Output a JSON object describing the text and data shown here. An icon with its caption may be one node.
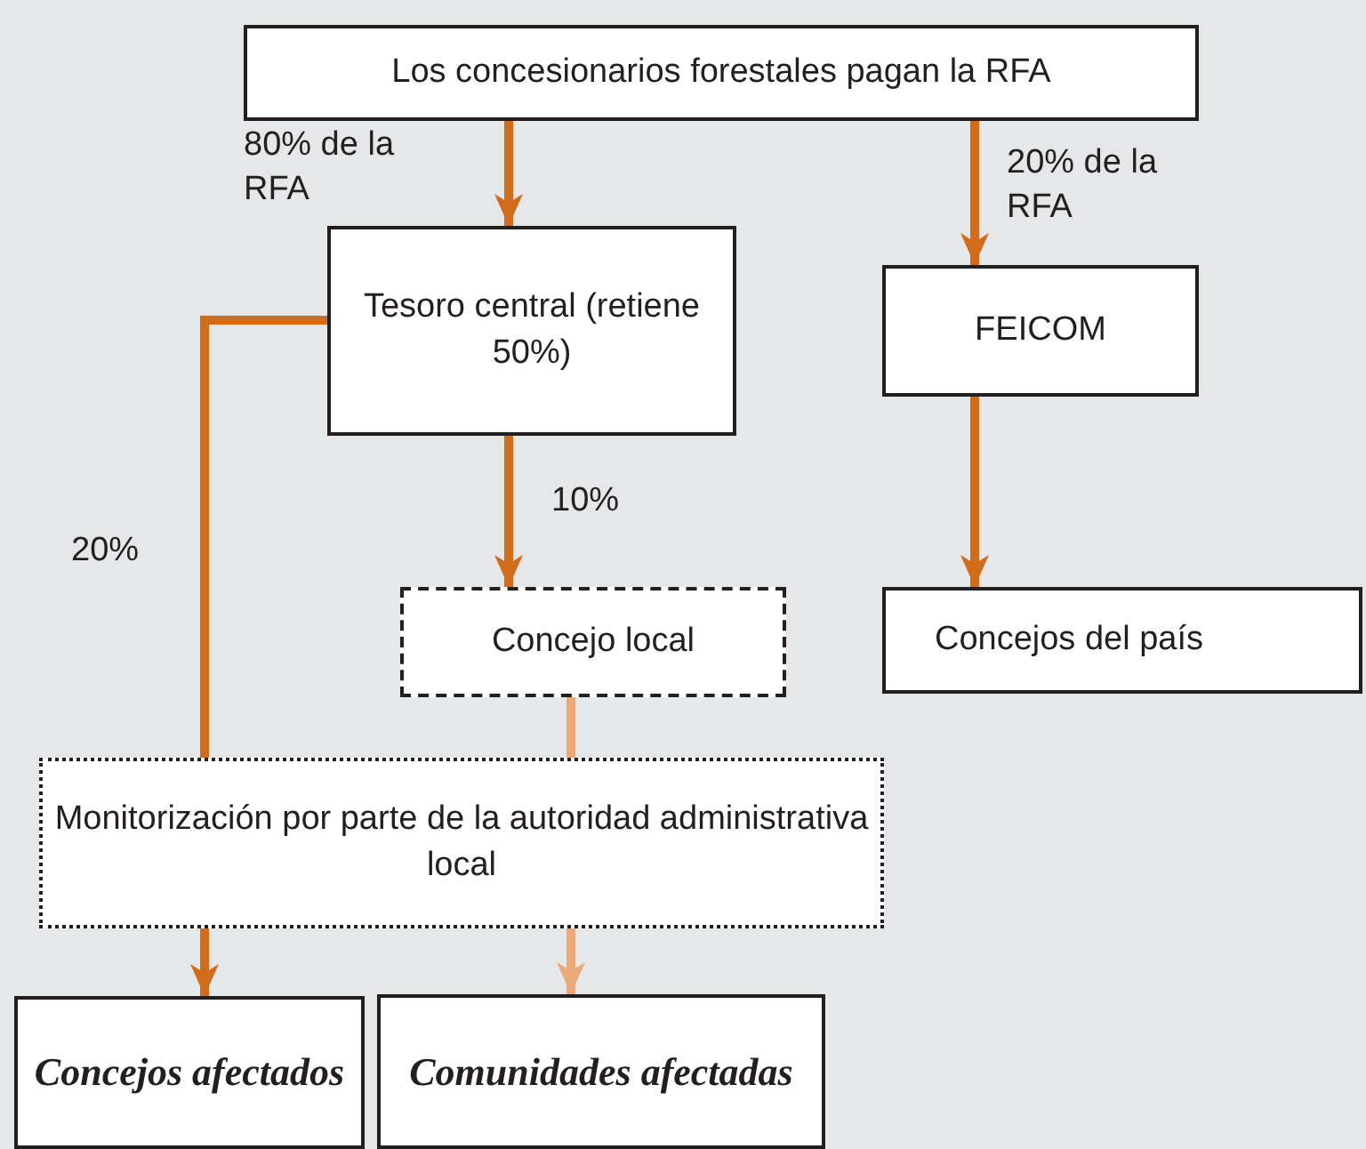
{
  "diagram": {
    "nodes": [
      {
        "text": [
          "Los concesionarios forestales pagan la RFA"
        ]
      },
      {
        "text": [
          "Tesoro central (retiene 50%)"
        ]
      },
      {
        "text": [
          "FEICOM"
        ]
      },
      {
        "text": [
          "Concejo local"
        ]
      },
      {
        "text": [
          "Concejos del país"
        ]
      },
      {
        "text": [
          "Monitorización por parte de la autoridad administrativa local"
        ]
      },
      {
        "text": [
          "Concejos afectados"
        ]
      },
      {
        "text": [
          "Comunidades afectadas"
        ]
      }
    ],
    "edges": [
      {
        "from": 0,
        "to": 1,
        "arrow": "to",
        "label": "80% de la RFA"
      },
      {
        "from": 0,
        "to": 2,
        "arrow": "to",
        "label": "20% de la RFA"
      },
      {
        "from": 1,
        "to": 5,
        "arrow": "none",
        "label": "20%"
      },
      {
        "from": 1,
        "to": 3,
        "arrow": "to",
        "label": "10%"
      },
      {
        "from": 2,
        "to": 4,
        "arrow": "to"
      },
      {
        "from": 3,
        "to": 5,
        "arrow": "none",
        "color": "#e9aa78"
      },
      {
        "from": 5,
        "to": 6,
        "arrow": "to"
      },
      {
        "from": 5,
        "to": 7,
        "arrow": "to",
        "color": "#e9aa78"
      }
    ]
  }
}
